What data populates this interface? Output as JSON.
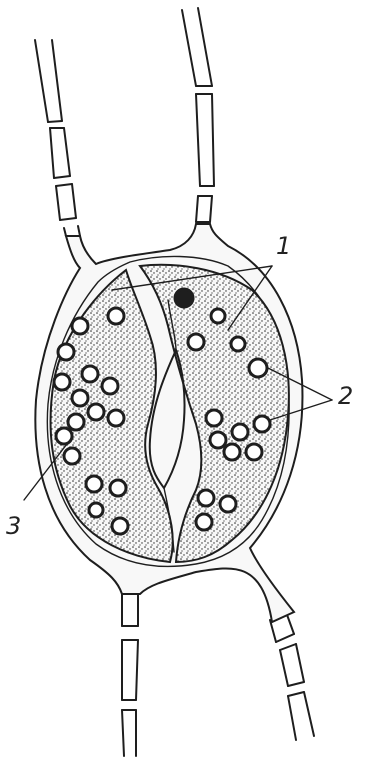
{
  "colors": {
    "ink": "#1e1e1e",
    "paper": "#ffffff",
    "stipple": "#2b2b2b"
  },
  "labels": {
    "one": "1",
    "two": "2",
    "three": "3"
  }
}
